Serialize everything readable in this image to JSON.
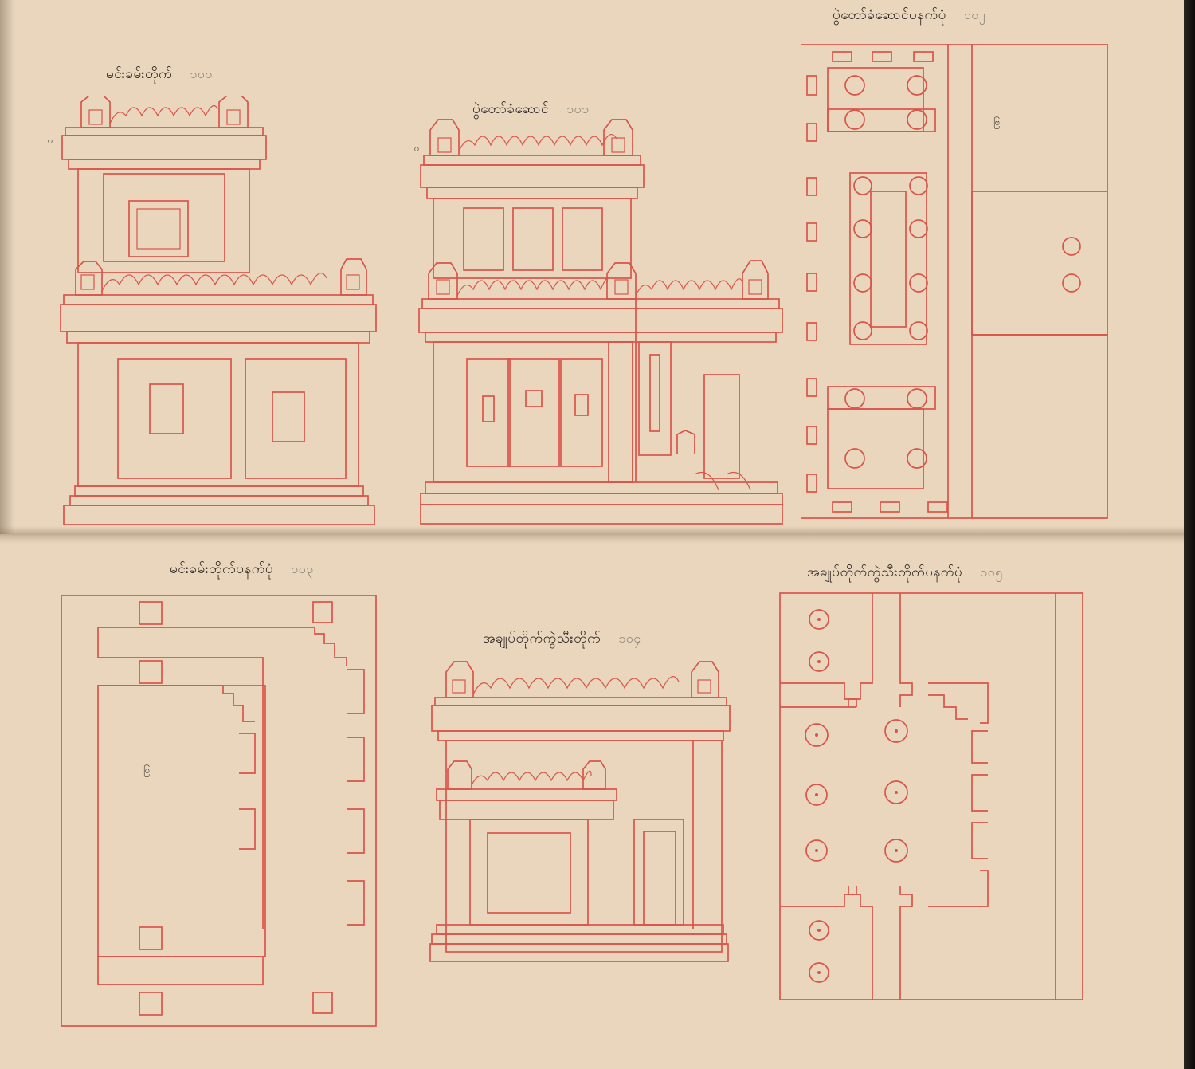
{
  "document": {
    "type": "Burmese manuscript (parabaik) page with architectural drawings",
    "ink_colors": {
      "drawing": "#d9544a",
      "text": "#2a2320",
      "page_number": "#8a8278",
      "paper": "#e9d6bd"
    }
  },
  "drawings": [
    {
      "id": "100",
      "title": "မင်းခမ်းတိုက်",
      "number": "၁၀၀",
      "kind": "elevation",
      "position": "top-left"
    },
    {
      "id": "101",
      "title": "ပွဲတော်ခံ​ဆောင်",
      "number": "၁၀၁",
      "kind": "elevation",
      "position": "top-center"
    },
    {
      "id": "102-plan",
      "title": "ပွဲတော်ခံ​ဆောင်ပနက်ပုံ",
      "number": "၁၀၂",
      "kind": "floor-plan",
      "position": "top-right"
    },
    {
      "id": "103",
      "title": "မင်းခမ်းတိုက်ပနက်ပုံ",
      "number": "၁၀၃",
      "kind": "floor-plan",
      "position": "bottom-left"
    },
    {
      "id": "104",
      "title": "အချုပ်တိုက်ကွဲသီးတိုက်",
      "number": "၁၀၄",
      "kind": "elevation",
      "position": "bottom-center"
    },
    {
      "id": "105",
      "title": "အချုပ်တိုက်ကွဲသီးတိုက်ပနက်ပုံ",
      "number": "၁၀၅",
      "kind": "floor-plan",
      "position": "bottom-right"
    }
  ],
  "annotations": {
    "elevation_side_label": "ပ",
    "plan_room_label": "ဗြ"
  }
}
